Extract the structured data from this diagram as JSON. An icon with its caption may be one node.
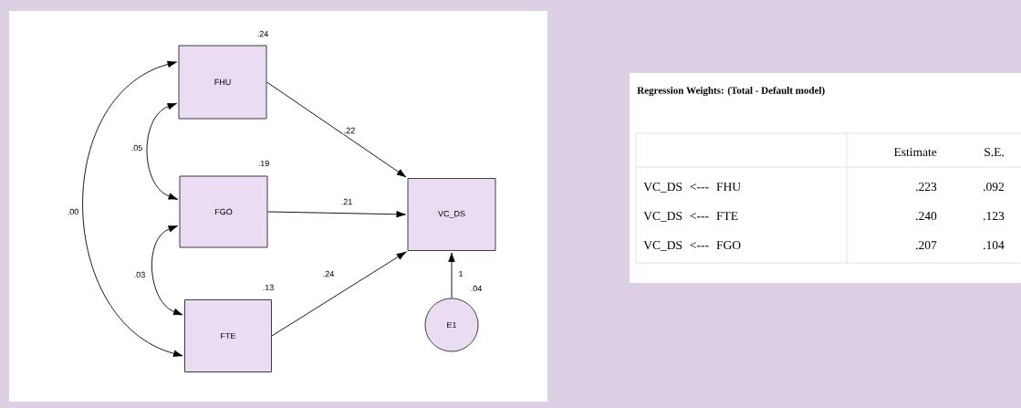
{
  "diagram": {
    "nodes": [
      {
        "text": [
          "FHU"
        ],
        "beside": [
          ".24"
        ]
      },
      {
        "text": [
          "FGO"
        ],
        "beside": [
          ".19"
        ]
      },
      {
        "text": [
          "FTE"
        ],
        "beside": [
          ".13"
        ]
      },
      {
        "text": [
          "VC_DS"
        ]
      },
      {
        "text": [
          "E1"
        ],
        "beside": [
          ".04"
        ]
      }
    ],
    "edges": [
      {
        "from": 0,
        "to": 3,
        "arrow": "to",
        "label": ".22"
      },
      {
        "from": 1,
        "to": 3,
        "arrow": "to",
        "label": ".21"
      },
      {
        "from": 2,
        "to": 3,
        "arrow": "to",
        "label": ".24"
      },
      {
        "from": 4,
        "to": 3,
        "arrow": "to",
        "label": "1"
      },
      {
        "from": 0,
        "to": 1,
        "arrow": "both",
        "label": ".05"
      },
      {
        "from": 1,
        "to": 2,
        "arrow": "both",
        "label": ".03"
      },
      {
        "from": 0,
        "to": 2,
        "arrow": "both",
        "label": ".00"
      }
    ],
    "labels": [
      "Regression Weights: (Total - Default model)",
      "Estimate",
      "S.E.",
      "VC_DS <--- FHU",
      ".223",
      ".092",
      "VC_DS <--- FTE",
      ".240",
      ".123",
      "VC_DS <--- FGO",
      ".207",
      ".104"
    ]
  }
}
